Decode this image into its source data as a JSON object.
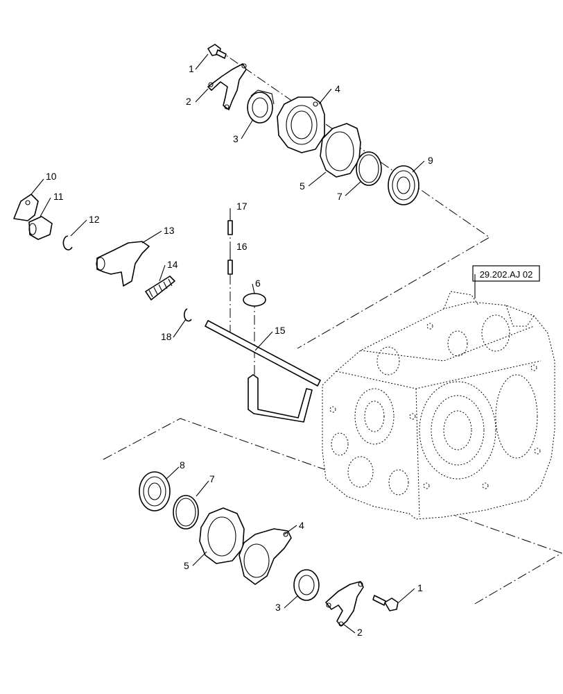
{
  "reference": "29.202.AJ 02",
  "callouts": {
    "c1_top": "1",
    "c2_top": "2",
    "c3_top": "3",
    "c4_top": "4",
    "c5_top": "5",
    "c7_top": "7",
    "c9": "9",
    "c10": "10",
    "c11": "11",
    "c12": "12",
    "c13": "13",
    "c14": "14",
    "c15": "15",
    "c16": "16",
    "c17": "17",
    "c18": "18",
    "c6": "6",
    "c8": "8",
    "c7_bottom": "7",
    "c4_bottom": "4",
    "c5_bottom": "5",
    "c3_bottom": "3",
    "c1_bottom": "1",
    "c2_bottom": "2"
  }
}
